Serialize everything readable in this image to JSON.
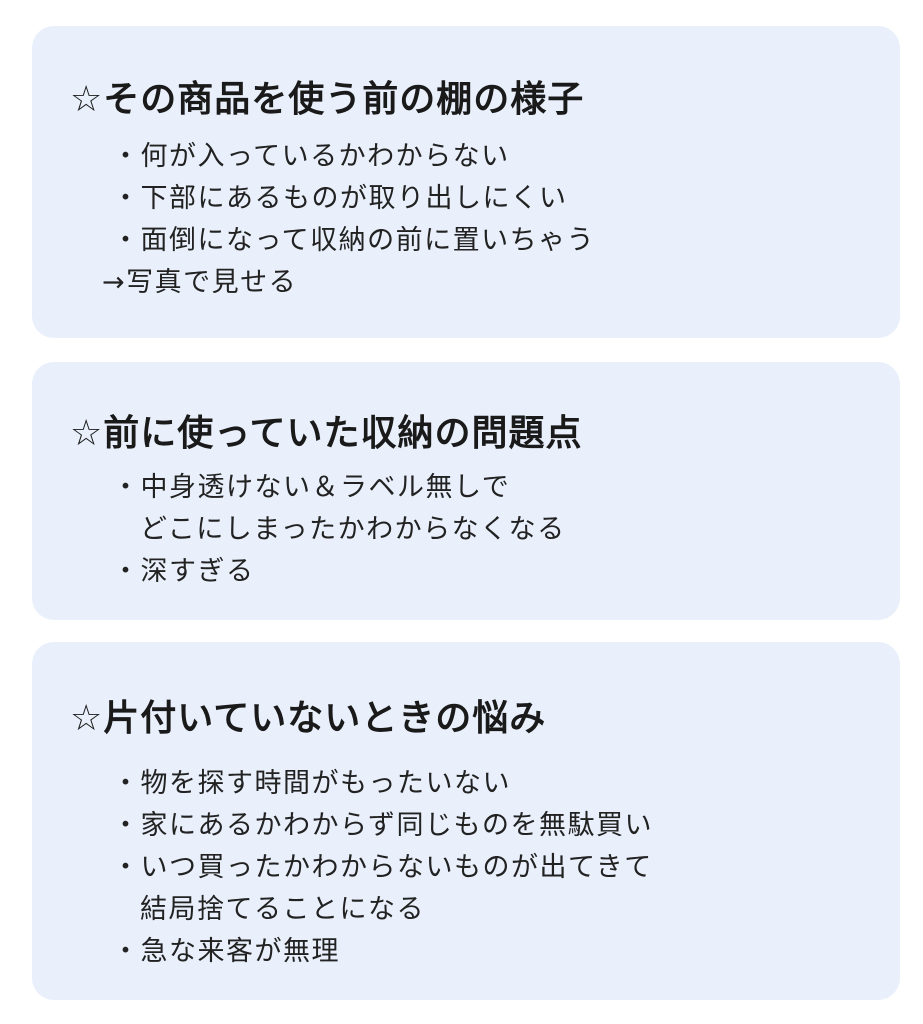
{
  "sections": [
    {
      "title": "☆その商品を使う前の棚の様子",
      "items": [
        "・何が入っているかわからない",
        "・下部にあるものが取り出しにくい",
        "・面倒になって収納の前に置いちゃう",
        "→写真で見せる"
      ]
    },
    {
      "title": "☆前に使っていた収納の問題点",
      "items": [
        "・中身透けない＆ラベル無しで",
        "どこにしまったかわからなくなる",
        "・深すぎる"
      ]
    },
    {
      "title": "☆片付いていないときの悩み",
      "items": [
        "・物を探す時間がもったいない",
        "・家にあるかわからず同じものを無駄買い",
        "・いつ買ったかわからないものが出てきて",
        "結局捨てることになる",
        "・急な来客が無理"
      ]
    }
  ]
}
